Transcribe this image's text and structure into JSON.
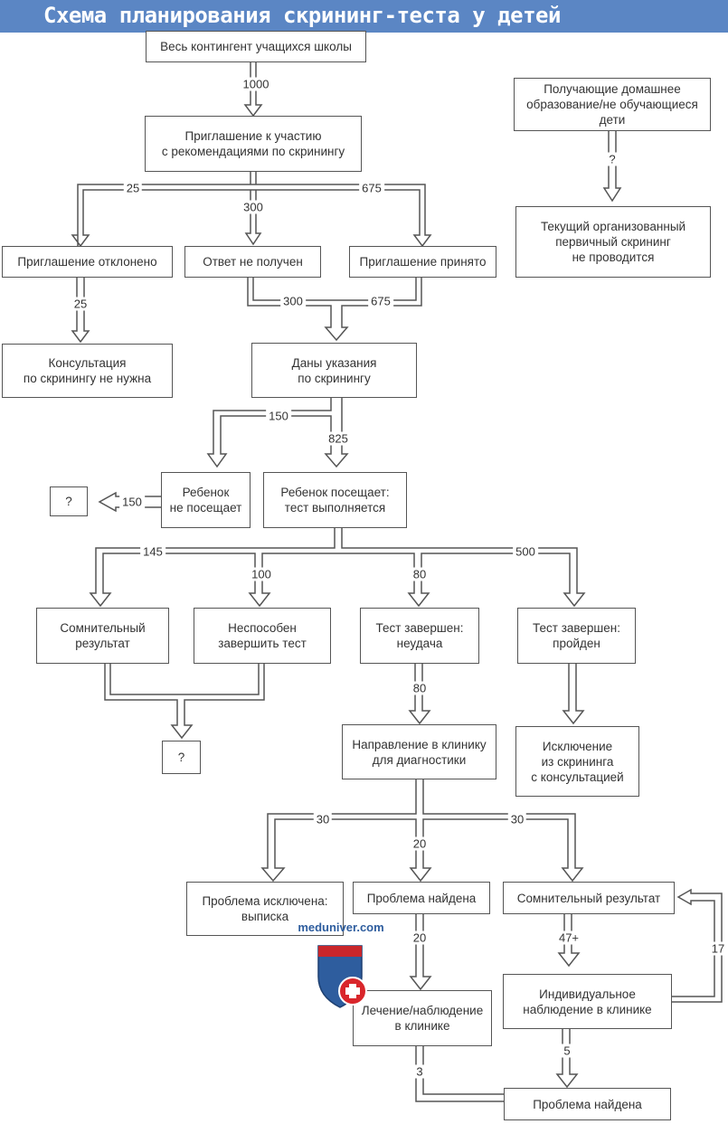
{
  "title": "Схема планирования скрининг-теста у детей",
  "boxes": {
    "b1": "Весь контингент учащихся школы",
    "b2": "Приглашение к участию\nс  рекомендациями по скринингу",
    "b3": "Получающие домашнее\nобразование/не обучающиеся\nдети",
    "b4": "Текущий организованный\nпервичный скрининг\nне проводится",
    "b5": "Приглашение отклонено",
    "b6": "Ответ не получен",
    "b7": "Приглашение принято",
    "b8": "Консультация\nпо скринингу не нужна",
    "b9": "Даны указания\nпо скринингу",
    "b10": "?",
    "b11": "Ребенок\nне посещает",
    "b12": "Ребенок посещает:\nтест выполняется",
    "b13": "Сомнительный\nрезультат",
    "b14": "Неспособен\nзавершить тест",
    "b15": "Тест завершен:\nнеудача",
    "b16": "Тест завершен:\nпройден",
    "b17": "?",
    "b18": "Направление в клинику\nдля диагностики",
    "b19": "Исключение\nиз скрининга\nс консультацией",
    "b20": "Проблема исключена:\nвыписка",
    "b21": "Проблема найдена",
    "b22": "Сомнительный результат",
    "b23": "Лечение/наблюдение\nв клинике",
    "b24": "Индивидуальное\nнаблюдение в клинике",
    "b25": "Проблема найдена"
  },
  "numbers": {
    "n1000": "1000",
    "n25a": "25",
    "n300a": "300",
    "n675a": "675",
    "n25b": "25",
    "nq": "?",
    "n300b": "300",
    "n675b": "675",
    "n150a": "150",
    "n825": "825",
    "n150b": "150",
    "n145": "145",
    "n100": "100",
    "n80a": "80",
    "n500": "500",
    "n80b": "80",
    "n30a": "30",
    "n20a": "20",
    "n30b": "30",
    "n20b": "20",
    "n47": "47+",
    "n17": "17",
    "n5": "5",
    "n3": "3"
  },
  "watermark": "meduniver.com",
  "colors": {
    "banner": "#5b86c4",
    "lines": "#555555",
    "logo_shield": "#2e5d9e",
    "logo_cross": "#d9262b"
  }
}
